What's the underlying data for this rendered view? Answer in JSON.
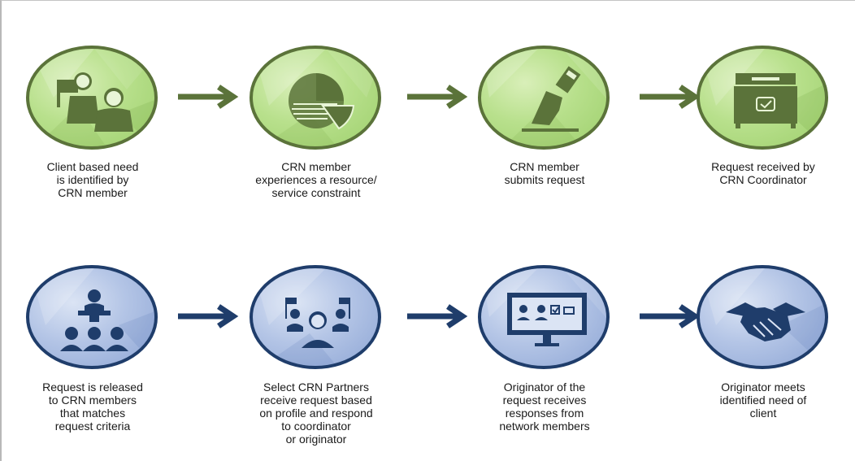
{
  "colors": {
    "green_accent": "#5b733a",
    "blue_accent": "#1f3d6b"
  },
  "steps": [
    {
      "label": "Client based need\nis identified by\nCRN member",
      "icon": "people-with-flag-icon"
    },
    {
      "label": "CRN member\nexperiences a resource/\nservice constraint",
      "icon": "pie-chart-icon"
    },
    {
      "label": "CRN member\nsubmits request",
      "icon": "hand-ballot-icon"
    },
    {
      "label": "Request received by\nCRN Coordinator",
      "icon": "ballot-box-icon"
    },
    {
      "label": "Request is released\nto CRN members\nthat matches\nrequest criteria",
      "icon": "presenter-audience-icon"
    },
    {
      "label": "Select CRN Partners\nreceive request based\non profile and respond\nto coordinator\nor originator",
      "icon": "partners-flags-icon"
    },
    {
      "label": "Originator of the\nrequest receives\nresponses from\nnetwork members",
      "icon": "monitor-icon"
    },
    {
      "label": "Originator meets\nidentified need of\nclient",
      "icon": "handshake-icon"
    }
  ]
}
